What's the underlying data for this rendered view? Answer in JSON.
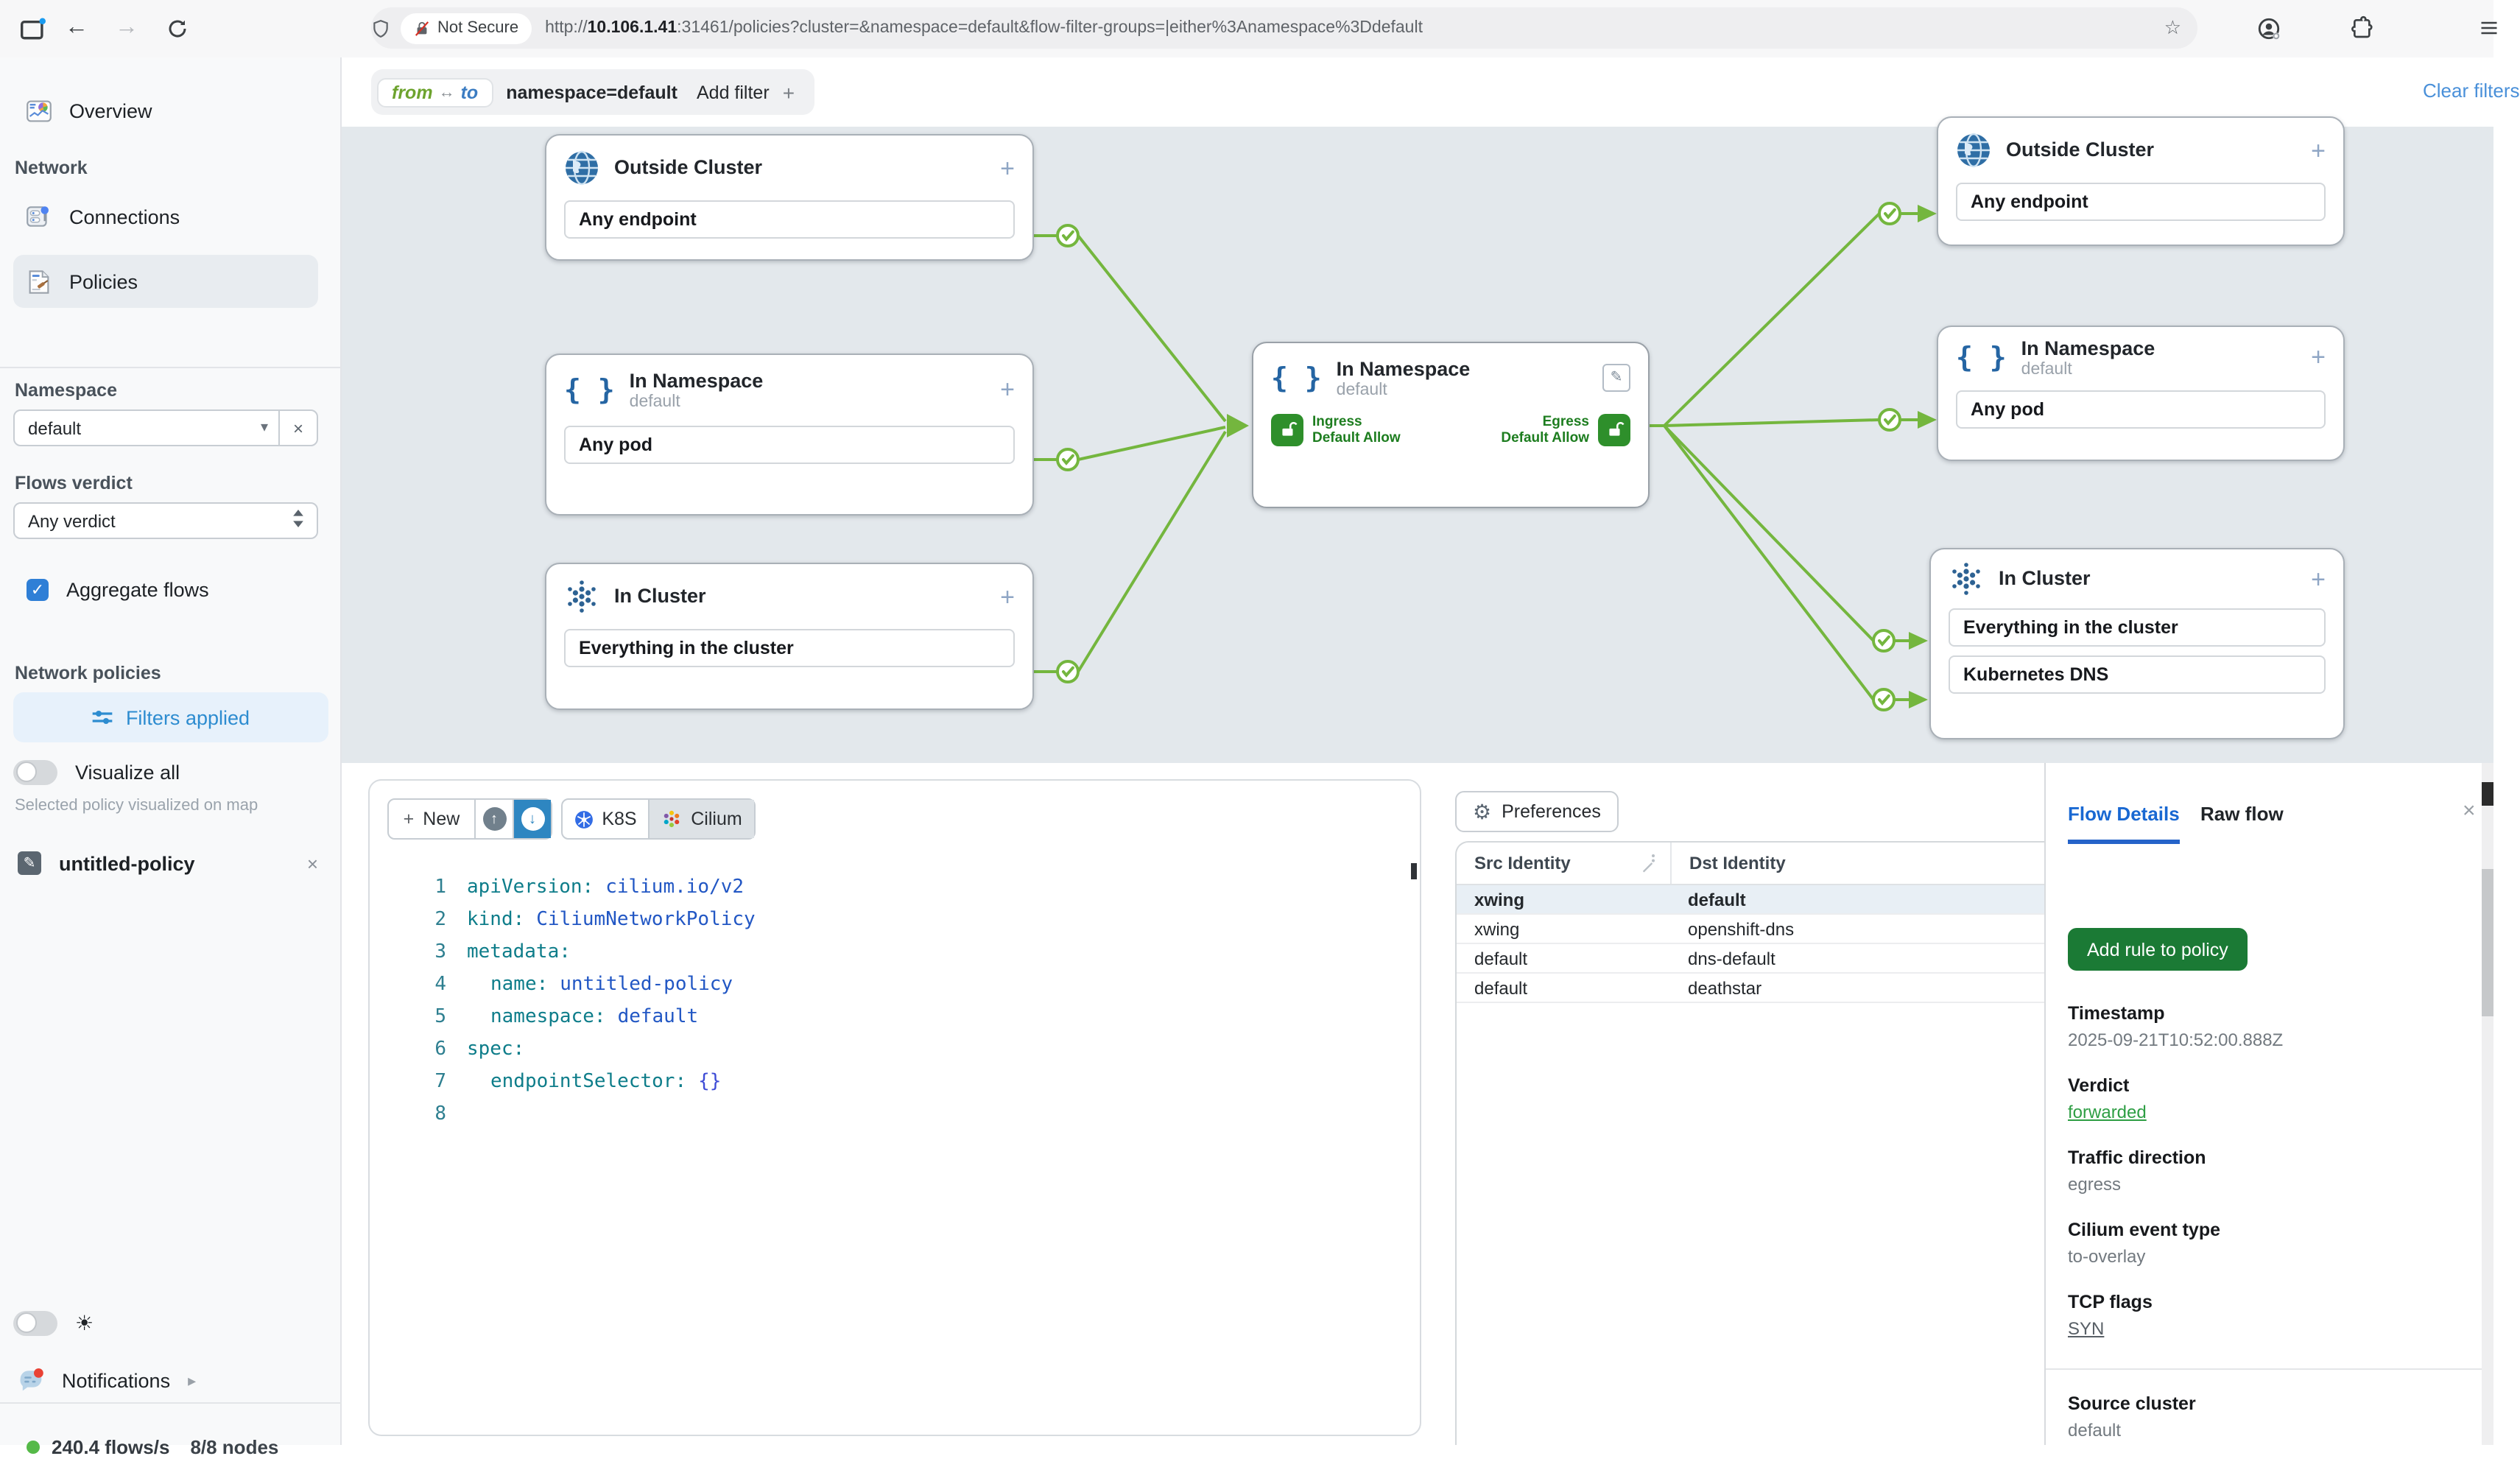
{
  "browser": {
    "security_label": "Not Secure",
    "url_scheme": "http://",
    "url_host": "10.106.1.41",
    "url_rest": ":31461/policies?cluster=&namespace=default&flow-filter-groups=|either%3Anamespace%3Ddefault"
  },
  "icons": {
    "back": "←",
    "forward": "→",
    "star": "☆",
    "plus": "+",
    "close": "×",
    "up_arrow": "↑",
    "down_arrow": "↓",
    "caret_down": "▾",
    "check": "✓",
    "pencil": "✎",
    "sun": "☀",
    "chevron_right": "▸",
    "gear": "⚙"
  },
  "sidebar": {
    "overview": "Overview",
    "section_network": "Network",
    "connections": "Connections",
    "policies": "Policies",
    "namespace_label": "Namespace",
    "namespace_value": "default",
    "flows_verdict_label": "Flows verdict",
    "flows_verdict_value": "Any verdict",
    "aggregate_flows": "Aggregate flows",
    "network_policies": "Network policies",
    "filters_applied": "Filters applied",
    "visualize_all": "Visualize all",
    "visualize_hint": "Selected policy visualized on map",
    "policy_name": "untitled-policy",
    "notifications": "Notifications",
    "flows_rate": "240.4 flows/s",
    "nodes_count": "8/8 nodes"
  },
  "filter_bar": {
    "from_label": "from",
    "arrow": "↔",
    "to_label": "to",
    "chip_value": "namespace=default",
    "add_filter": "Add filter",
    "clear_filters": "Clear filters"
  },
  "map": {
    "nodes": {
      "left_outside": {
        "title": "Outside Cluster",
        "items": [
          "Any endpoint"
        ]
      },
      "left_ns": {
        "title": "In Namespace",
        "subtitle": "default",
        "items": [
          "Any pod"
        ]
      },
      "left_cluster": {
        "title": "In Cluster",
        "items": [
          "Everything in the cluster"
        ]
      },
      "center": {
        "title": "In Namespace",
        "subtitle": "default",
        "ingress_label": "Ingress",
        "ingress_sub": "Default Allow",
        "egress_label": "Egress",
        "egress_sub": "Default Allow"
      },
      "right_outside": {
        "title": "Outside Cluster",
        "items": [
          "Any endpoint"
        ]
      },
      "right_ns": {
        "title": "In Namespace",
        "subtitle": "default",
        "items": [
          "Any pod"
        ]
      },
      "right_cluster": {
        "title": "In Cluster",
        "items": [
          "Everything in the cluster",
          "Kubernetes DNS"
        ]
      }
    }
  },
  "editor": {
    "new_label": "New",
    "k8s_label": "K8S",
    "cilium_label": "Cilium",
    "lines": [
      {
        "num": "1",
        "key": "apiVersion:",
        "value": "cilium.io/v2"
      },
      {
        "num": "2",
        "key": "kind:",
        "value": "CiliumNetworkPolicy"
      },
      {
        "num": "3",
        "key": "metadata:",
        "value": ""
      },
      {
        "num": "4",
        "key": "name:",
        "value": "untitled-policy"
      },
      {
        "num": "5",
        "key": "namespace:",
        "value": "default"
      },
      {
        "num": "6",
        "key": "spec:",
        "value": ""
      },
      {
        "num": "7",
        "key": "endpointSelector:",
        "value": "{}"
      },
      {
        "num": "8",
        "key": "",
        "value": ""
      }
    ]
  },
  "preferences_label": "Preferences",
  "flows_table": {
    "columns": [
      "Src Identity",
      "Dst Identity"
    ],
    "rows": [
      [
        "xwing",
        "default"
      ],
      [
        "xwing",
        "openshift-dns"
      ],
      [
        "default",
        "dns-default"
      ],
      [
        "default",
        "deathstar"
      ]
    ]
  },
  "flow_details": {
    "tab_details": "Flow Details",
    "tab_raw": "Raw flow",
    "add_rule": "Add rule to policy",
    "timestamp_label": "Timestamp",
    "timestamp_value": "2025-09-21T10:52:00.888Z",
    "verdict_label": "Verdict",
    "verdict_value": "forwarded",
    "traffic_label": "Traffic direction",
    "traffic_value": "egress",
    "event_label": "Cilium event type",
    "event_value": "to-overlay",
    "tcp_label": "TCP flags",
    "tcp_value": "SYN",
    "source_cluster_label": "Source cluster",
    "source_cluster_value": "default"
  },
  "colors": {
    "connection_green": "#74b63e",
    "policy_badge_green": "#2e8f2b",
    "add_rule_green": "#1b7a35",
    "verdict_green": "#2e9e44",
    "active_tab_blue": "#1968d2",
    "primary_blue": "#2e86c1",
    "filters_applied_blue": "#2d8cd0",
    "selection_blue": "#2f7fd6"
  }
}
